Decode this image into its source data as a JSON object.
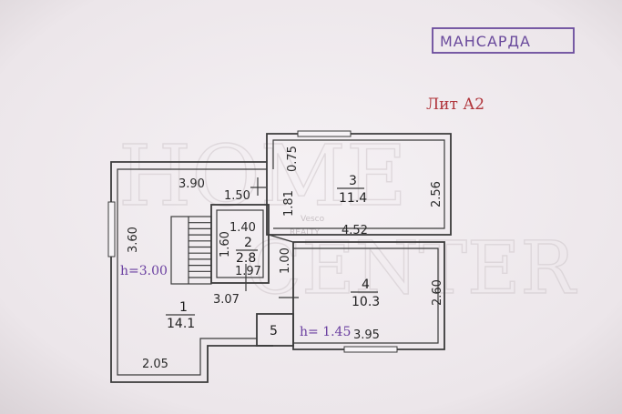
{
  "header": {
    "floor_label": "МАНСАРДА",
    "lit_label": "Лит А2"
  },
  "watermark": {
    "line1": "HOME",
    "line2": "CENTER",
    "brand": "Vesco",
    "sub": "REALTY"
  },
  "rooms": [
    {
      "number": "1",
      "area": "14.1"
    },
    {
      "number": "2",
      "area": "2.8"
    },
    {
      "number": "3",
      "area": "11.4"
    },
    {
      "number": "4",
      "area": "10.3"
    },
    {
      "number": "5"
    }
  ],
  "heights": {
    "room1": "h=3.00",
    "room4": "h= 1.45"
  },
  "dimensions": {
    "d_390": "3.90",
    "d_150": "1.50",
    "d_360": "3.60",
    "d_140": "1.40",
    "d_160": "1.60",
    "d_197": "1.97",
    "d_100": "1.00",
    "d_307": "3.07",
    "d_205": "2.05",
    "d_075": "0.75",
    "d_181": "1.81",
    "d_452": "4.52",
    "d_256": "2.56",
    "d_260": "2.60",
    "d_395": "3.95"
  },
  "colors": {
    "paper": "#f1ecef",
    "wall": "#3b3b3b",
    "stamp": "#6a4a9c",
    "lit": "#b0343a",
    "height": "#6a3fa0"
  }
}
